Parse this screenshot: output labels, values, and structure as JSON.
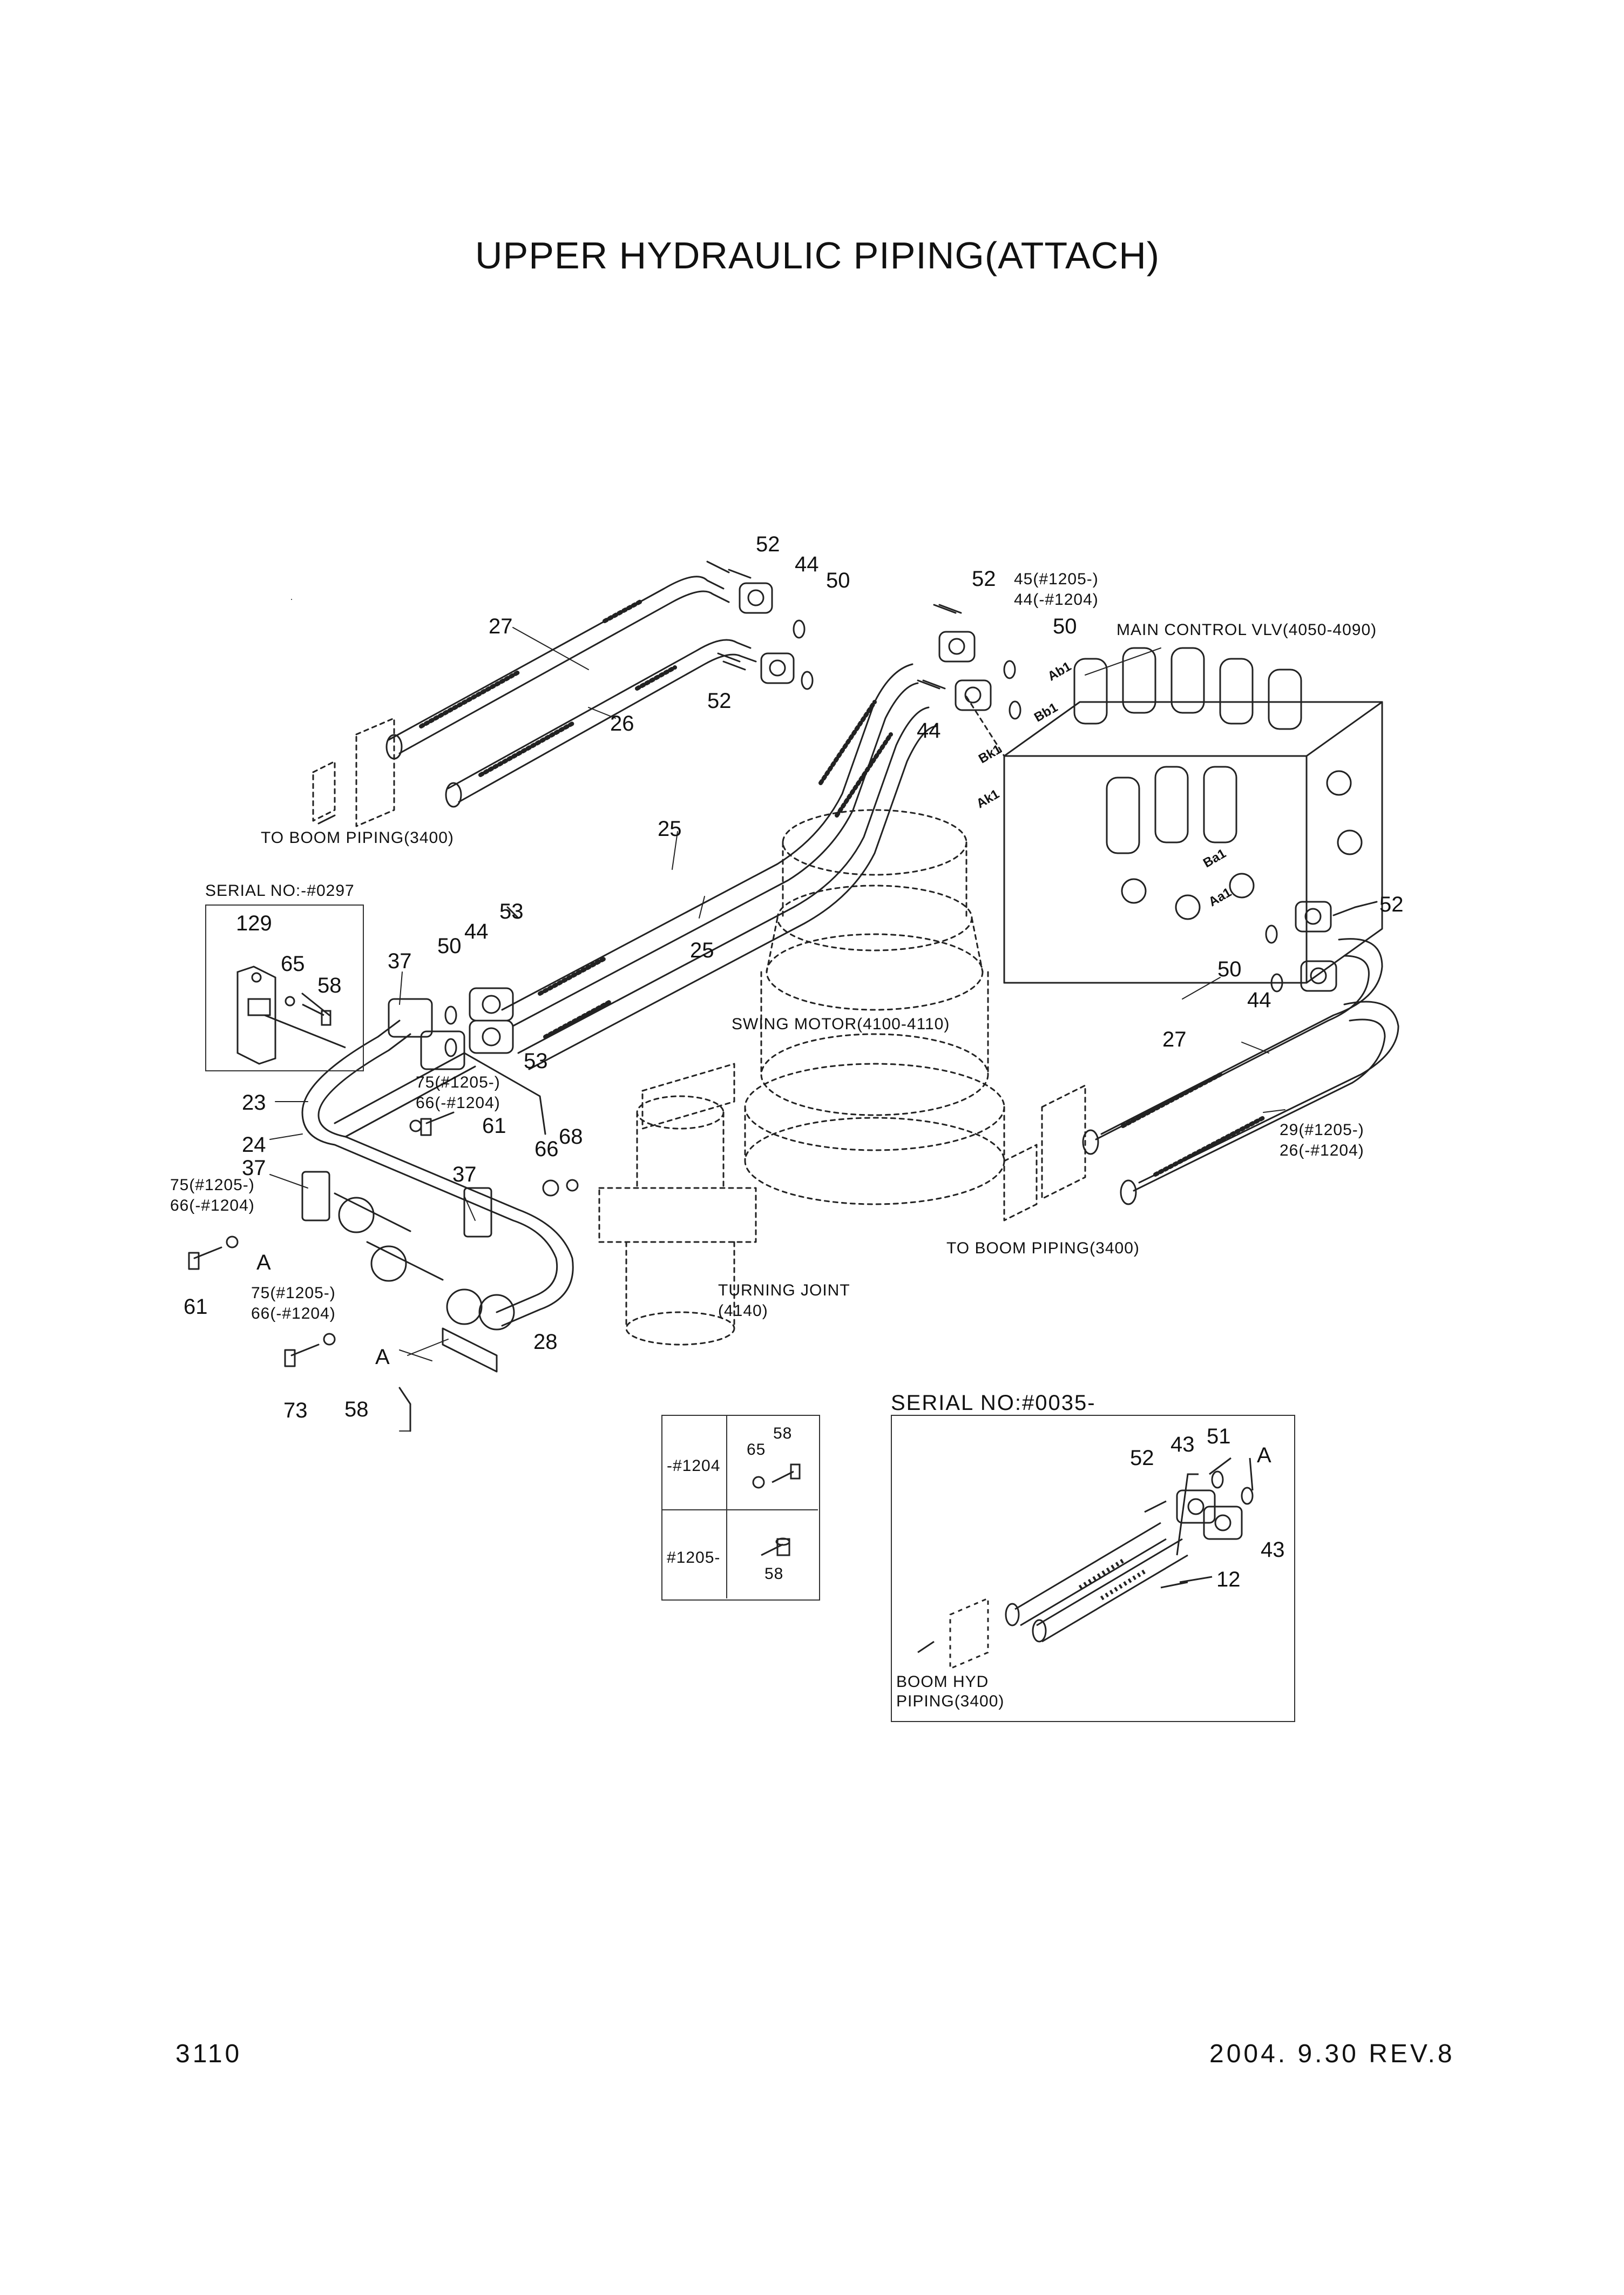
{
  "title": "UPPER HYDRAULIC PIPING(ATTACH)",
  "footer": {
    "page_number": "3110",
    "date_rev": "2004. 9.30  REV.8"
  },
  "components": {
    "main_control_valve": "MAIN CONTROL VLV(4050-4090)",
    "swing_motor": "SWING MOTOR(4100-4110)",
    "turning_joint_line1": "TURNING JOINT",
    "turning_joint_line2": "(4140)",
    "to_boom_left": "TO BOOM PIPING(3400)",
    "to_boom_right": "TO BOOM PIPING(3400)",
    "boom_hyd_line1": "BOOM HYD",
    "boom_hyd_line2": "PIPING(3400)"
  },
  "ports": [
    "Ab1",
    "Bb1",
    "Bk1",
    "Ak1",
    "Ba1",
    "Aa1"
  ],
  "inset_serial_left": {
    "title": "SERIAL NO:-#0297",
    "callouts": [
      "129",
      "65",
      "58"
    ]
  },
  "inset_serial_right": {
    "title": "SERIAL NO:#0035-",
    "callouts": [
      "52",
      "43",
      "51",
      "A",
      "43",
      "12"
    ],
    "label_line1": "BOOM HYD",
    "label_line2": "PIPING(3400)"
  },
  "inset_table": {
    "rows": [
      {
        "serial": "-#1204",
        "parts": [
          "65",
          "58"
        ]
      },
      {
        "serial": "#1205-",
        "parts": [
          "58"
        ]
      }
    ]
  },
  "callouts_main": [
    "52",
    "44",
    "50",
    "52",
    "45(#1205-)",
    "44(-#1204)",
    "50",
    "27",
    "26",
    "52",
    "44",
    "25",
    "25",
    "53",
    "44",
    "50",
    "53",
    "37",
    "23",
    "24",
    "37",
    "75(#1205-)",
    "66(-#1204)",
    "61",
    "75(#1205-)",
    "66(-#1204)",
    "37",
    "66",
    "68",
    "75(#1205-)",
    "66(-#1204)",
    "61",
    "A",
    "A",
    "73",
    "58",
    "28",
    "52",
    "50",
    "44",
    "27",
    "29(#1205-)",
    "26(-#1204)"
  ]
}
